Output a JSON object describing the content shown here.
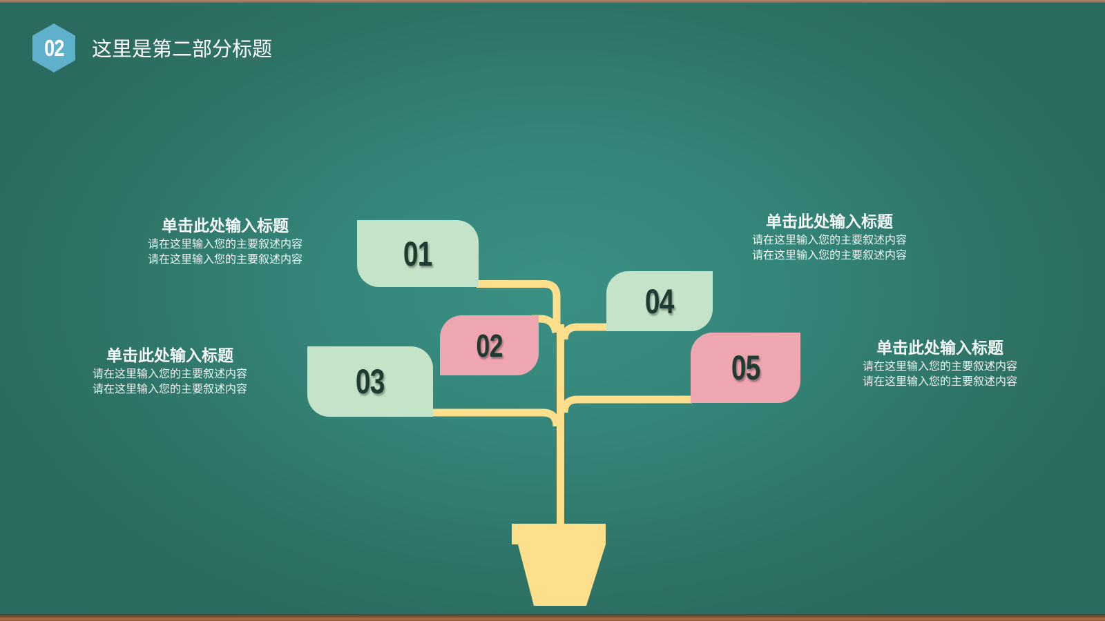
{
  "header": {
    "section_number": "02",
    "title": "这里是第二部分标题"
  },
  "colors": {
    "board": "#348479",
    "hexagon": "#5fb1cb",
    "leaf_green": "#c5e3c8",
    "leaf_pink": "#eea6b1",
    "branch": "#fddf8c",
    "number_text": "#1f3a31"
  },
  "leaves": [
    {
      "number": "01",
      "color": "green"
    },
    {
      "number": "02",
      "color": "pink"
    },
    {
      "number": "03",
      "color": "green"
    },
    {
      "number": "04",
      "color": "green"
    },
    {
      "number": "05",
      "color": "pink"
    }
  ],
  "text_blocks": [
    {
      "title": "单击此处输入标题",
      "lines": [
        "请在这里输入您的主要叙述内容",
        "请在这里输入您的主要叙述内容"
      ]
    },
    {
      "title": "单击此处输入标题",
      "lines": [
        "请在这里输入您的主要叙述内容",
        "请在这里输入您的主要叙述内容"
      ]
    },
    {
      "title": "单击此处输入标题",
      "lines": [
        "请在这里输入您的主要叙述内容",
        "请在这里输入您的主要叙述内容"
      ]
    },
    {
      "title": "单击此处输入标题",
      "lines": [
        "请在这里输入您的主要叙述内容",
        "请在这里输入您的主要叙述内容"
      ]
    }
  ]
}
